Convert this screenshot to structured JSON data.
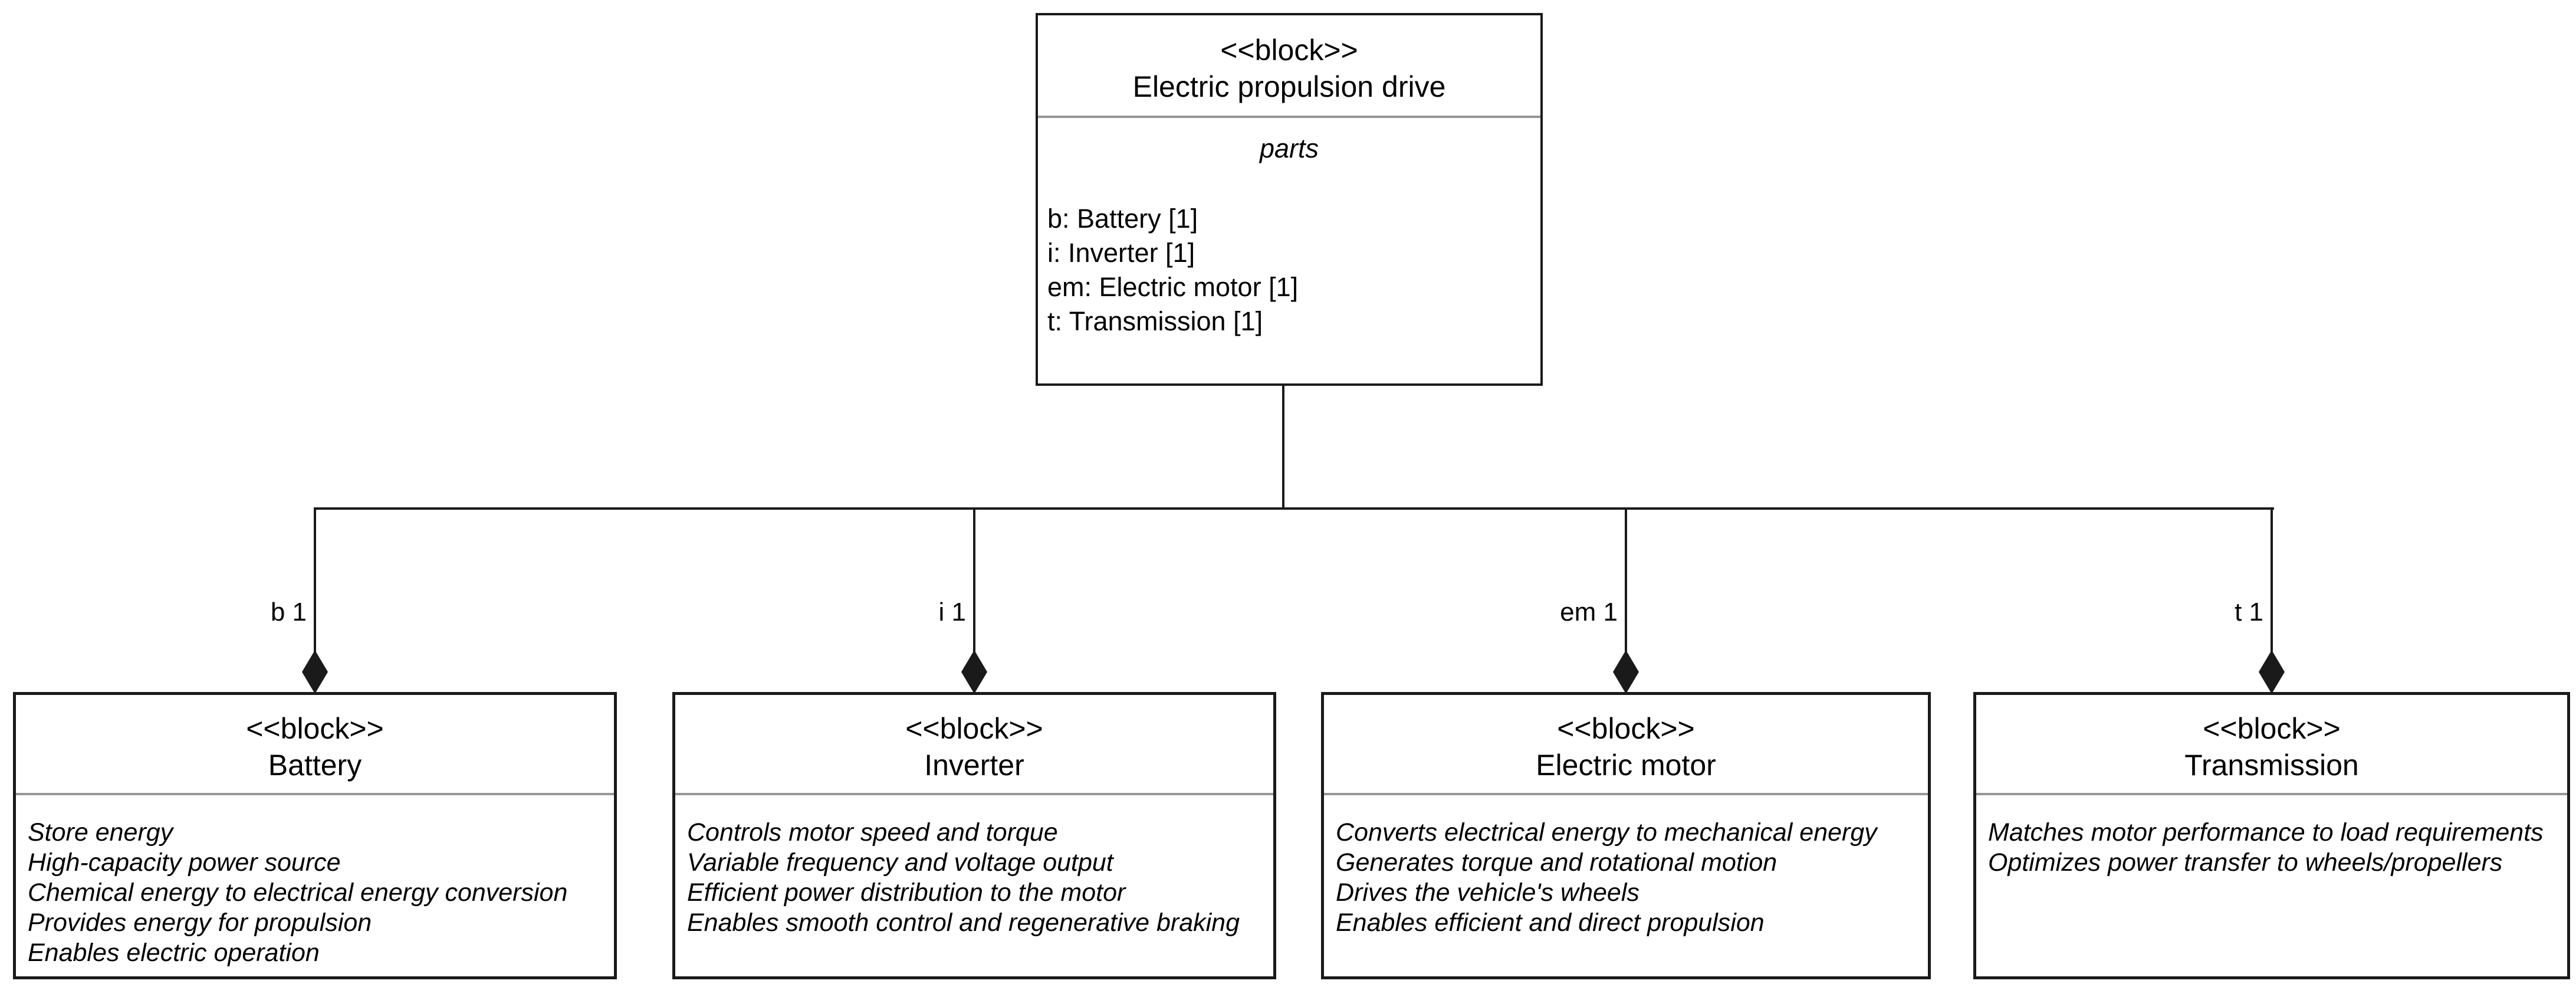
{
  "parent_block": {
    "stereotype": "<<block>>",
    "name": "Electric propulsion drive",
    "compartment_label": "parts",
    "parts": [
      "b: Battery [1]",
      "i: Inverter [1]",
      "em: Electric motor [1]",
      "t: Transmission [1]"
    ]
  },
  "connectors": [
    {
      "label": "b 1"
    },
    {
      "label": "i 1"
    },
    {
      "label": "em 1"
    },
    {
      "label": "t 1"
    }
  ],
  "child_blocks": [
    {
      "stereotype": "<<block>>",
      "name": "Battery",
      "features": [
        "Store energy",
        "High-capacity power source",
        "Chemical energy to electrical energy conversion",
        "Provides energy for propulsion",
        "Enables electric operation"
      ]
    },
    {
      "stereotype": "<<block>>",
      "name": "Inverter",
      "features": [
        "Controls motor speed and torque",
        "Variable frequency and voltage output",
        "Efficient power distribution to the motor",
        "Enables smooth control and regenerative braking"
      ]
    },
    {
      "stereotype": "<<block>>",
      "name": "Electric motor",
      "features": [
        "Converts electrical energy to mechanical energy",
        "Generates torque and rotational motion",
        "Drives the vehicle's wheels",
        "Enables efficient and direct propulsion"
      ]
    },
    {
      "stereotype": "<<block>>",
      "name": "Transmission",
      "features": [
        "Matches motor performance to load requirements",
        "Optimizes power transfer to wheels/propellers"
      ]
    }
  ],
  "colors": {
    "background": "#ffffff",
    "line": "#1a1a1a",
    "divider": "#969696",
    "text": "#000000"
  }
}
